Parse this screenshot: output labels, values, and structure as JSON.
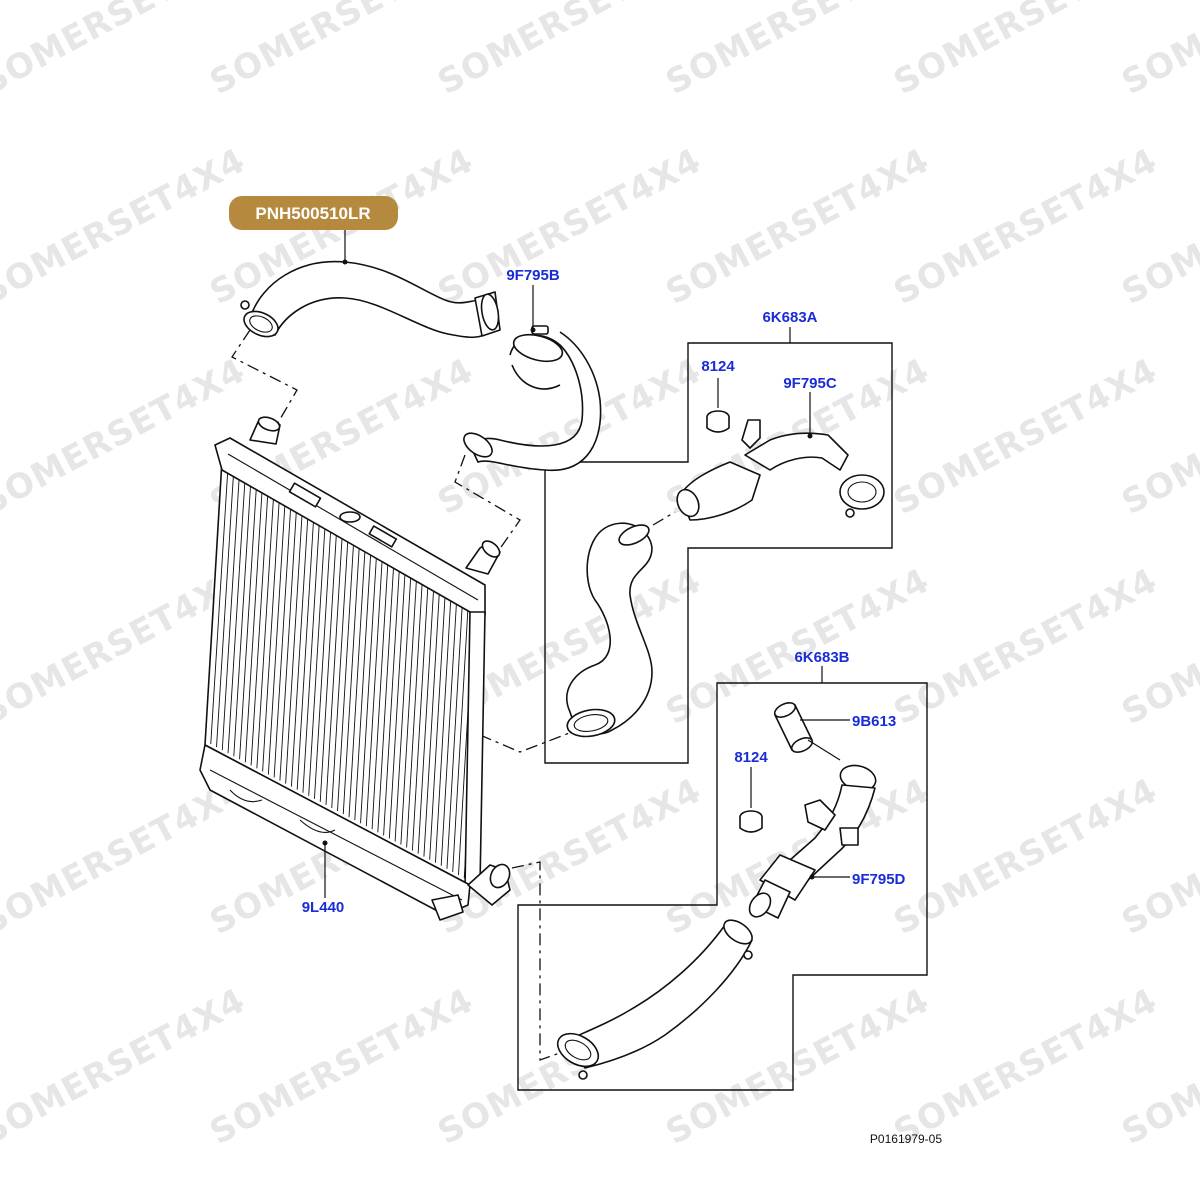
{
  "diagram": {
    "highlighted_part": "PNH500510LR",
    "highlight_color": "#b58a3e",
    "callout_color": "#1a2cd6",
    "watermark": "SOMERSET4X4",
    "reference": "P0161979-05",
    "groups": [
      {
        "id": "6K683A",
        "label": "6K683A"
      },
      {
        "id": "6K683B",
        "label": "6K683B"
      }
    ],
    "callouts": [
      {
        "id": "c-9f795b",
        "label": "9F795B"
      },
      {
        "id": "c-8124-a",
        "label": "8124"
      },
      {
        "id": "c-9f795c",
        "label": "9F795C"
      },
      {
        "id": "c-9b613",
        "label": "9B613"
      },
      {
        "id": "c-8124-b",
        "label": "8124"
      },
      {
        "id": "c-9f795d",
        "label": "9F795D"
      },
      {
        "id": "c-9l440",
        "label": "9L440"
      }
    ]
  }
}
